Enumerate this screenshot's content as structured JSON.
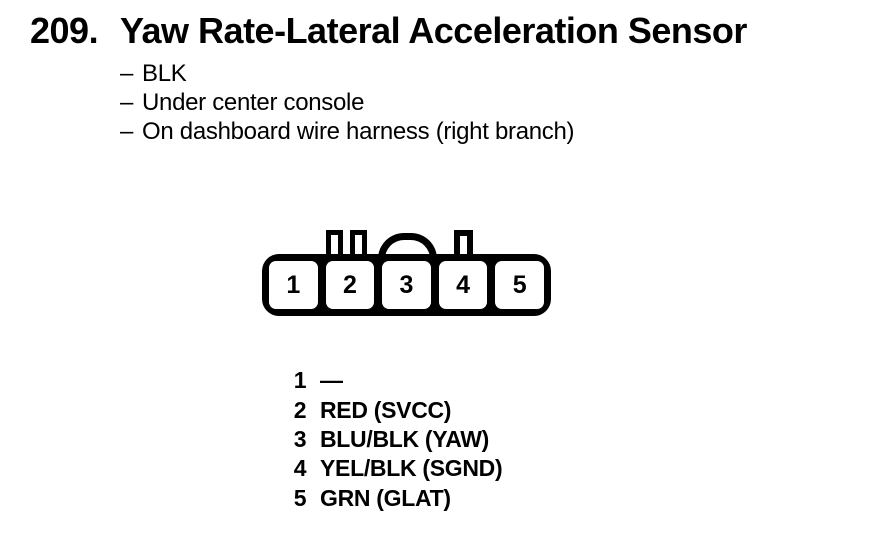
{
  "page": {
    "paper_color": "#ffffff",
    "ink_color": "#000000"
  },
  "header": {
    "item_number": "209.",
    "title": "Yaw Rate-Lateral Acceleration Sensor"
  },
  "details": {
    "items": [
      {
        "bullet": "–",
        "text": "BLK"
      },
      {
        "bullet": "–",
        "text": "Under center console"
      },
      {
        "bullet": "–",
        "text": "On dashboard wire harness (right branch)"
      }
    ]
  },
  "connector": {
    "cells": [
      "1",
      "2",
      "3",
      "4",
      "5"
    ],
    "features": [
      "keying-tab",
      "keying-tab",
      "latch-dome",
      "keying-tab"
    ]
  },
  "pins": {
    "rows": [
      {
        "num": "1",
        "label": "—"
      },
      {
        "num": "2",
        "label": "RED (SVCC)"
      },
      {
        "num": "3",
        "label": "BLU/BLK (YAW)"
      },
      {
        "num": "4",
        "label": "YEL/BLK (SGND)"
      },
      {
        "num": "5",
        "label": "GRN (GLAT)"
      }
    ]
  }
}
